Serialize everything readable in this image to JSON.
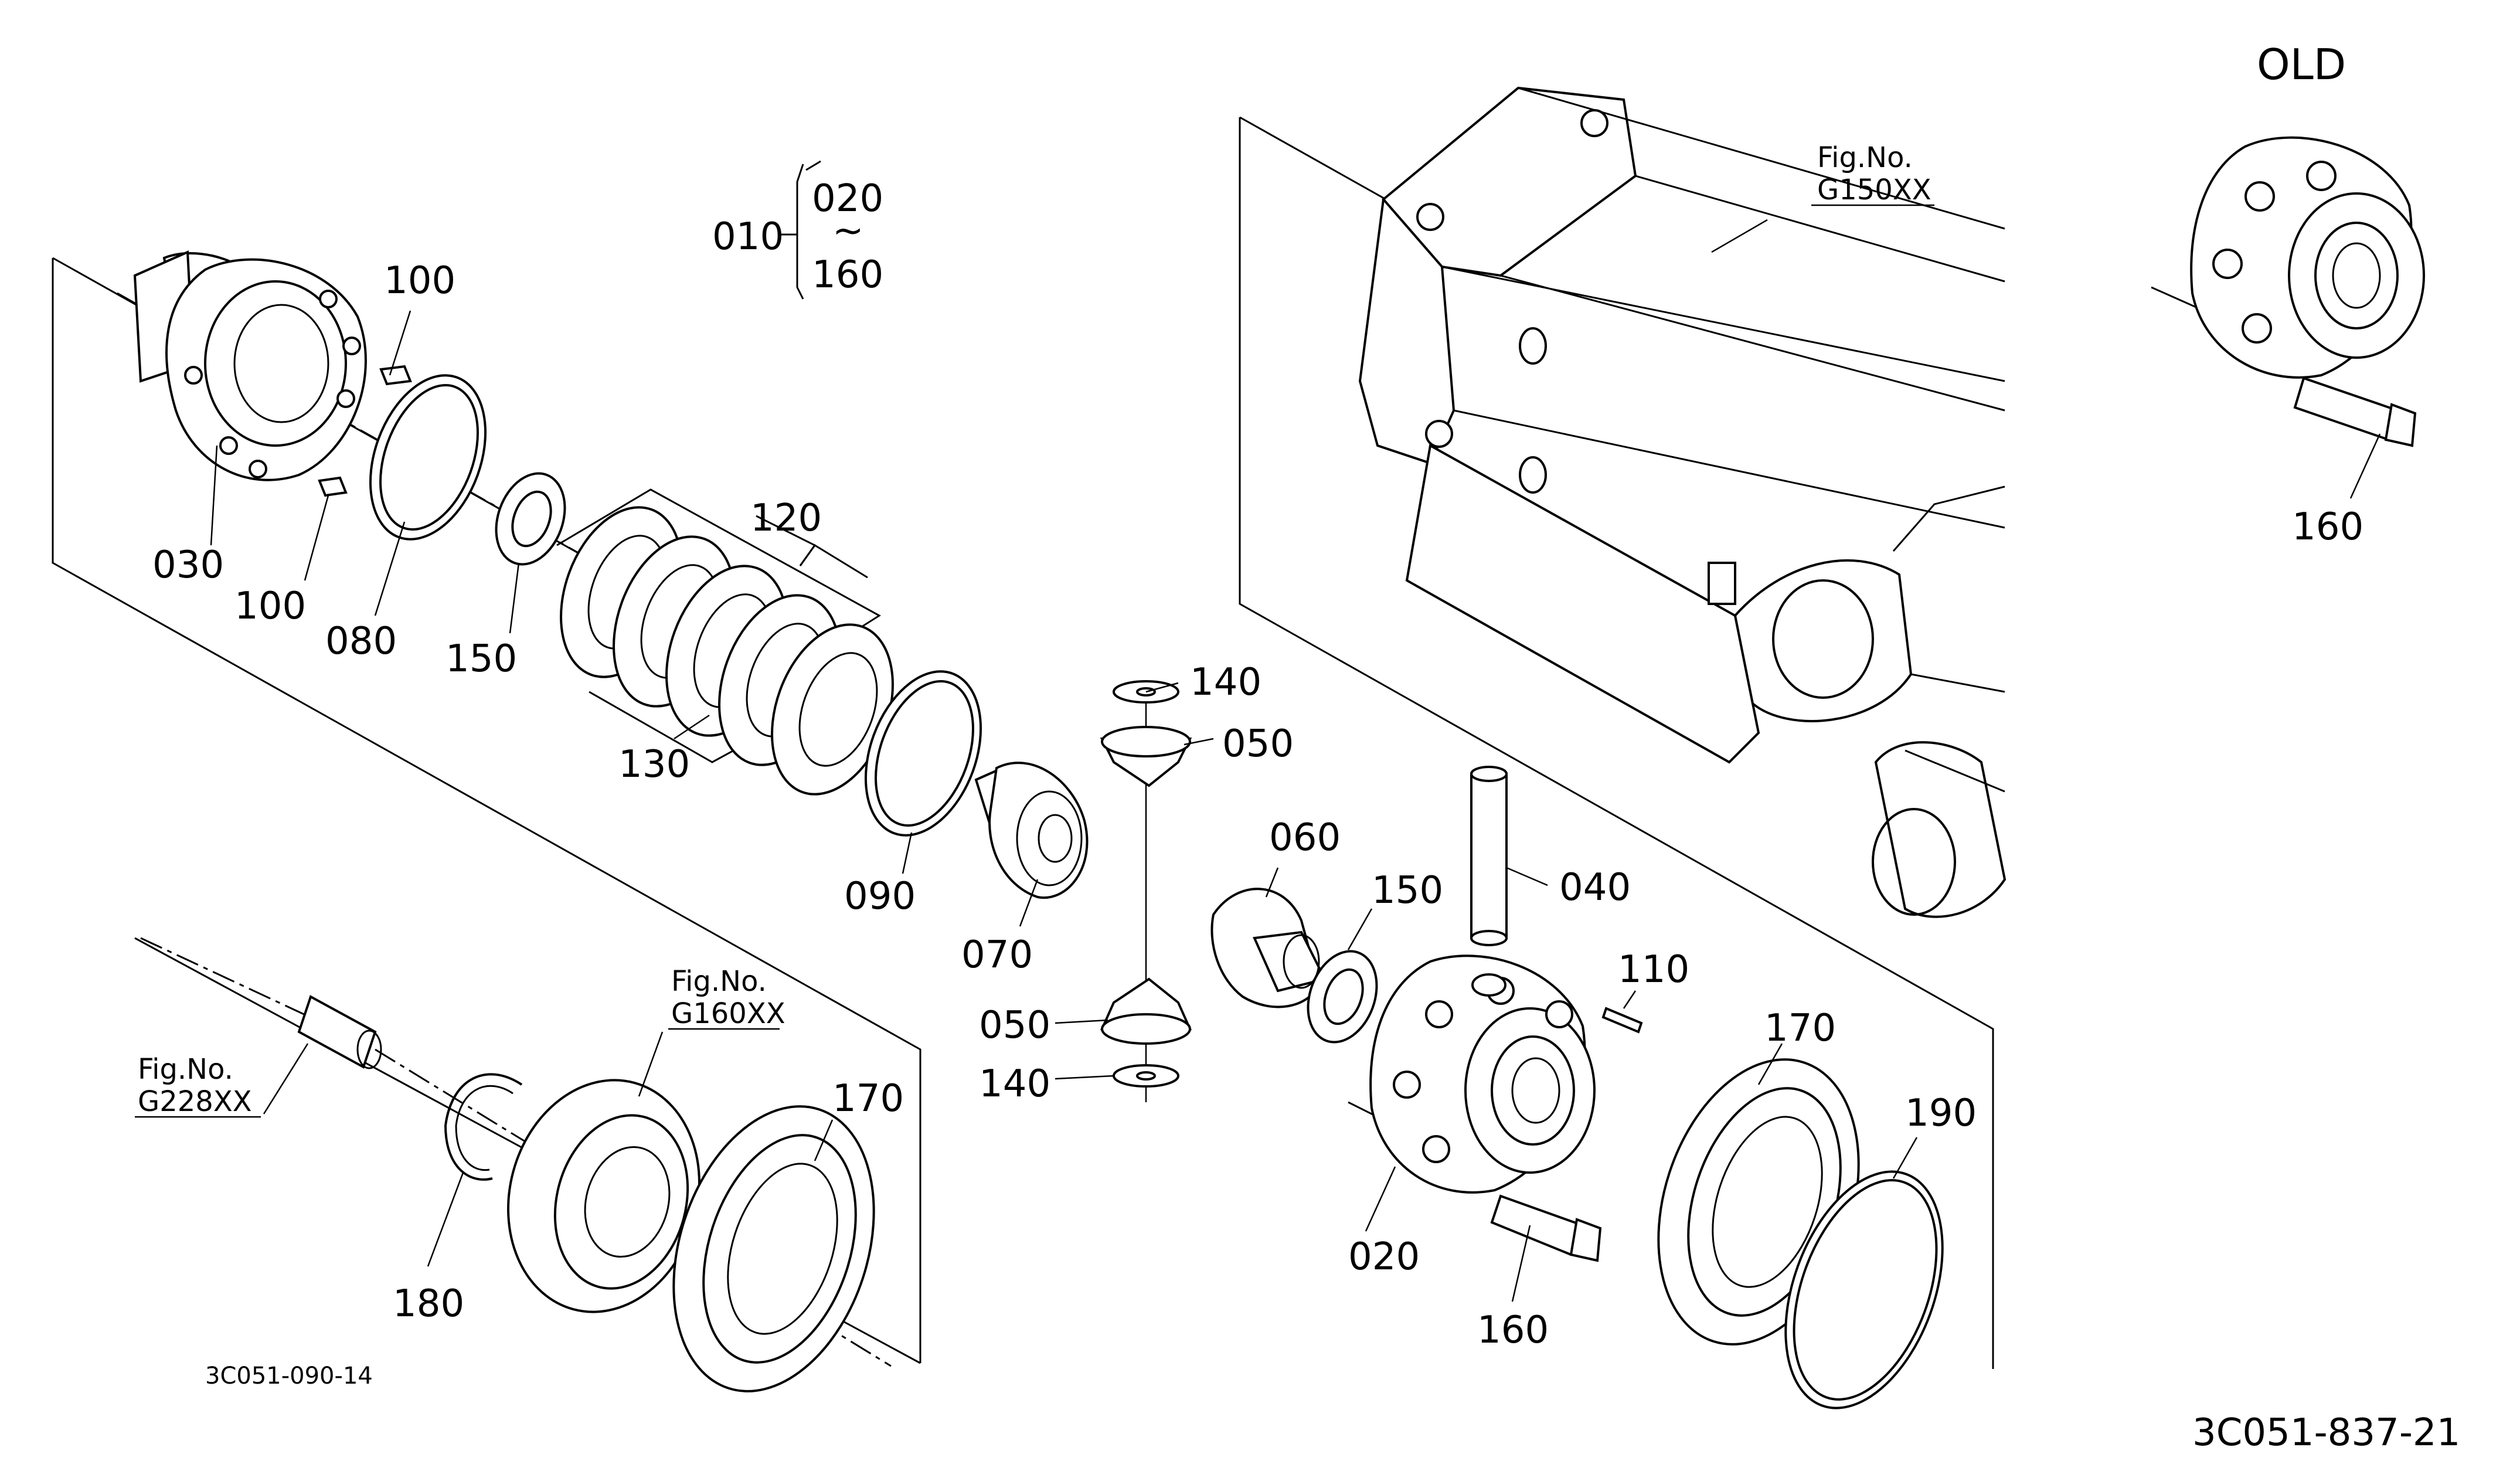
{
  "header": {
    "old_label": "OLD"
  },
  "assembly_bracket": {
    "main": "010",
    "top": "020",
    "tilde": "~",
    "bottom": "160"
  },
  "fig_refs": {
    "g150": {
      "line1": "Fig.No.",
      "line2": "G150XX"
    },
    "g160": {
      "line1": "Fig.No.",
      "line2": "G160XX"
    },
    "g228": {
      "line1": "Fig.No.",
      "line2": "G228XX"
    }
  },
  "part_labels": {
    "p100_top": "100",
    "p100_bottom": "100",
    "p030": "030",
    "p080": "080",
    "p150_left": "150",
    "p120": "120",
    "p130": "130",
    "p140_top": "140",
    "p050_top": "050",
    "p090": "090",
    "p070": "070",
    "p060": "060",
    "p150_right": "150",
    "p040": "040",
    "p050_bottom": "050",
    "p140_bottom": "140",
    "p110": "110",
    "p170_right": "170",
    "p190": "190",
    "p020": "020",
    "p160_bottom": "160",
    "p170_left": "170",
    "p180": "180",
    "p160_old": "160"
  },
  "footer": {
    "code_left": "3C051-090-14",
    "code_right": "3C051-837-21"
  }
}
